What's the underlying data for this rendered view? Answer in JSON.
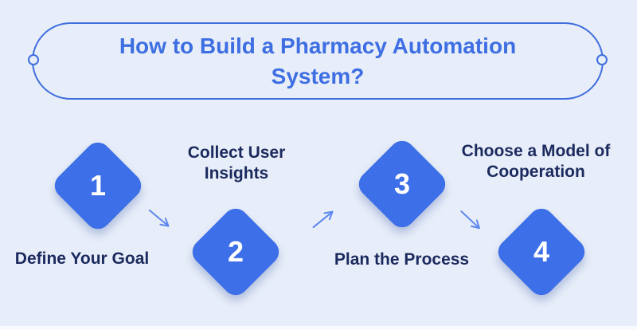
{
  "header": {
    "title": "How to Build a Pharmacy Automation System?"
  },
  "steps": [
    {
      "number": "1",
      "label": "Define Your Goal"
    },
    {
      "number": "2",
      "label": "Collect User Insights"
    },
    {
      "number": "3",
      "label": "Plan the Process"
    },
    {
      "number": "4",
      "label": "Choose a Model of Cooperation"
    }
  ],
  "connectors": [
    {
      "icon": "arrow-down-right-icon"
    },
    {
      "icon": "arrow-up-right-icon"
    },
    {
      "icon": "arrow-down-right-icon"
    }
  ],
  "colors": {
    "background": "#e8eef9",
    "accent_blue": "#3d6fe8",
    "title_blue": "#3e6fe2",
    "label_navy": "#1b2a5e",
    "arrow_blue": "#5d87ee",
    "pill_border": "#3f6edd"
  }
}
